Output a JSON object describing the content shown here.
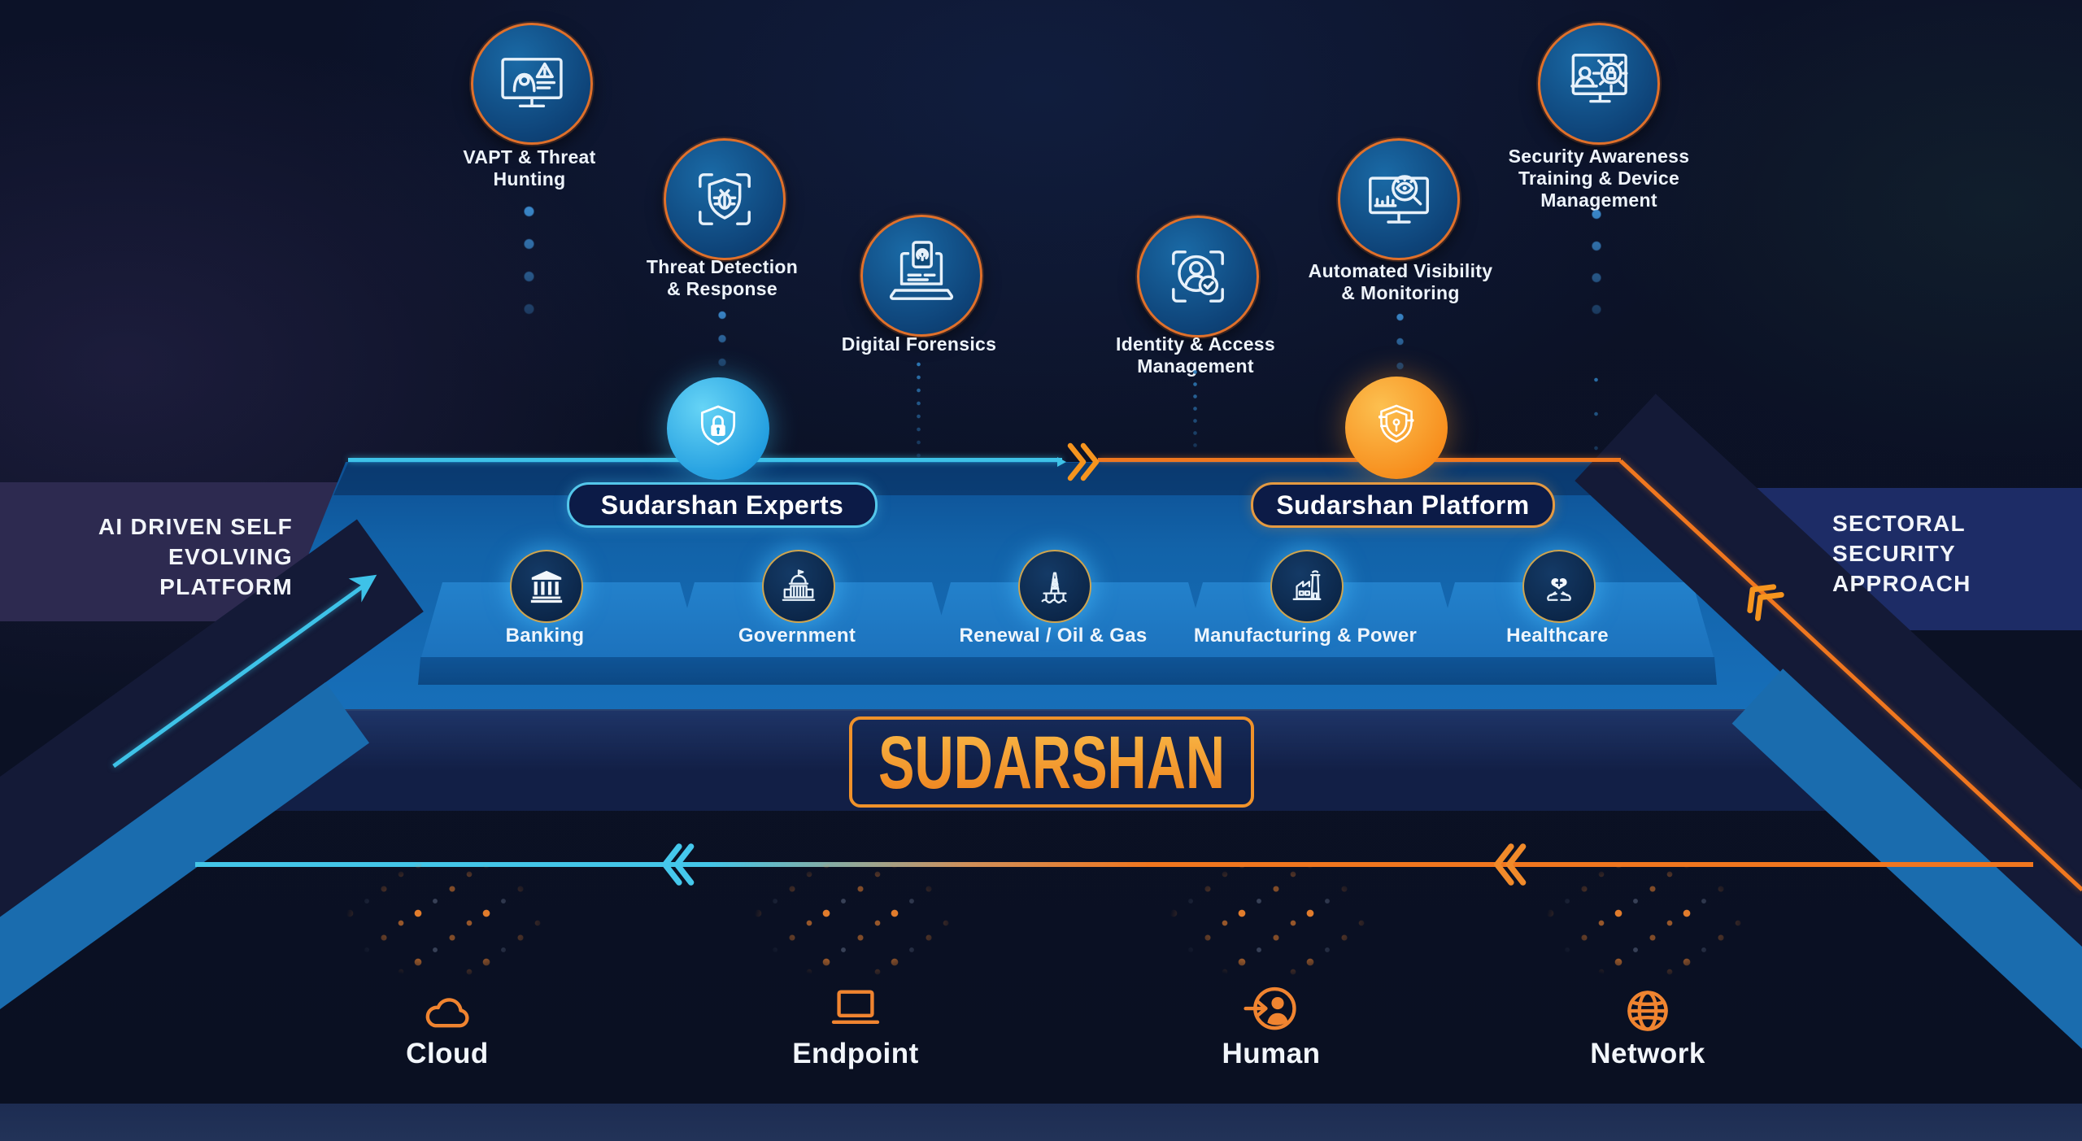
{
  "services": [
    {
      "id": "vapt",
      "label": "VAPT & Threat\nHunting"
    },
    {
      "id": "threat-detection",
      "label": "Threat Detection\n& Response"
    },
    {
      "id": "digital-forensics",
      "label": "Digital Forensics"
    },
    {
      "id": "identity-access",
      "label": "Identity & Access\nManagement"
    },
    {
      "id": "automated-visibility",
      "label": "Automated Visibility\n& Monitoring"
    },
    {
      "id": "security-awareness",
      "label": "Security Awareness\nTraining & Device\nManagement"
    }
  ],
  "badges": {
    "experts": "Sudarshan Experts",
    "platform": "Sudarshan Platform"
  },
  "side_labels": {
    "left": "AI DRIVEN SELF\nEVOLVING\nPLATFORM",
    "right": "SECTORAL\nSECURITY\nAPPROACH"
  },
  "sectors": [
    {
      "label": "Banking"
    },
    {
      "label": "Government"
    },
    {
      "label": "Renewal / Oil & Gas"
    },
    {
      "label": "Manufacturing & Power"
    },
    {
      "label": "Healthcare"
    }
  ],
  "brand": {
    "wordmark": "SUDARSHAN"
  },
  "channels": [
    {
      "label": "Cloud"
    },
    {
      "label": "Endpoint"
    },
    {
      "label": "Human"
    },
    {
      "label": "Network"
    }
  ],
  "colors": {
    "accent_cyan": "#3ec2e8",
    "accent_orange": "#f0781f",
    "gold_ring": "#cfa54f",
    "platform_blue": "#1468b1",
    "band_purple": "#2d2a50",
    "band_navy": "#1d2c66",
    "background": "#0b1124"
  },
  "icons": {
    "services": [
      "hacker-monitor-icon",
      "shield-bug-scan-icon",
      "laptop-fingerprint-icon",
      "user-verify-scan-icon",
      "monitor-eye-magnifier-icon",
      "training-device-lock-icon"
    ],
    "experts_circle": "shield-padlock-icon",
    "platform_circle": "shield-circuit-icon",
    "sectors": [
      "bank-icon",
      "government-icon",
      "oil-rig-icon",
      "factory-icon",
      "healthcare-hands-heart-icon"
    ],
    "channels": [
      "cloud-icon",
      "laptop-icon",
      "person-arrow-icon",
      "globe-icon"
    ]
  }
}
